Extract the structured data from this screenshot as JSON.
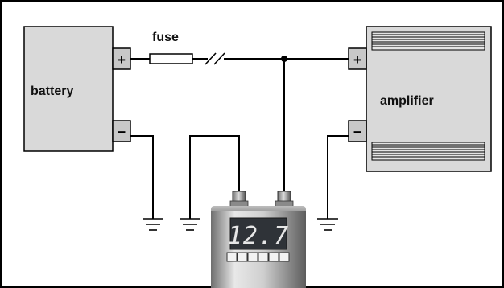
{
  "diagram": {
    "labels": {
      "fuse": "fuse",
      "battery": "battery",
      "amplifier": "amplifier"
    },
    "terminals": {
      "battery_positive": "+",
      "battery_negative": "–",
      "amplifier_positive": "+",
      "amplifier_negative": "–"
    },
    "meter": {
      "reading": "12.7"
    },
    "colors": {
      "box_fill": "#d9d9d9",
      "terminal_fill": "#c8c8c8",
      "wire": "#000000",
      "display_bg": "#2f3338",
      "display_digits": "#e6e6e6"
    }
  }
}
